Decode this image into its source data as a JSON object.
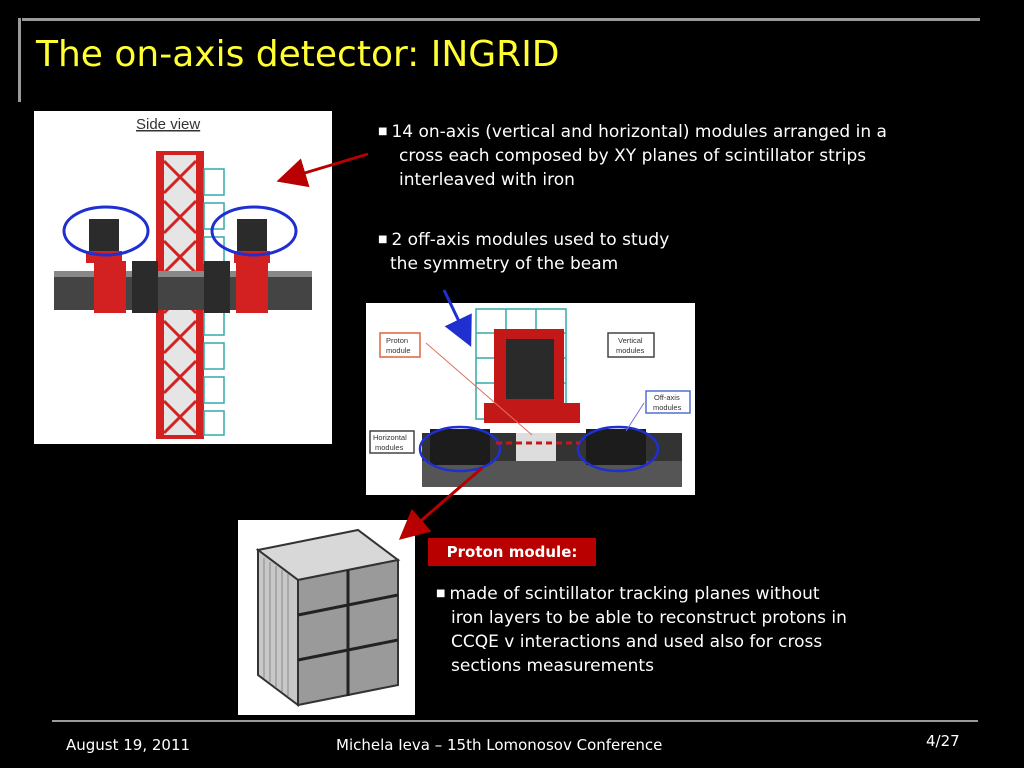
{
  "slide": {
    "title": "The on-axis detector: INGRID",
    "bullets": {
      "b1_line1": "14 on-axis (vertical and horizontal) modules arranged in a",
      "b1_line2": "cross each composed by XY planes of scintillator strips",
      "b1_line3": "interleaved with iron",
      "b2_line1": "2 off-axis modules used to study",
      "b2_line2": "the symmetry of the beam",
      "b3_line1": "made of scintillator tracking planes without",
      "b3_line2": "iron layers to be able to reconstruct protons in",
      "b3_line3": "CCQE v interactions and used also for cross",
      "b3_line4": "sections measurements"
    },
    "proton_heading": "Proton module:",
    "figure_labels": {
      "side_view": "Side view",
      "proton_module_1": "Proton",
      "proton_module_2": "module",
      "vertical_modules_1": "Vertical",
      "vertical_modules_2": "modules",
      "off_axis_1": "Off-axis",
      "off_axis_2": "modules",
      "horizontal_1": "Horizontal",
      "horizontal_2": "modules"
    },
    "colors": {
      "title": "#ffff33",
      "label_bg": "#b80000",
      "arrow_red": "#b80000",
      "arrow_blue": "#1f2fd0"
    }
  },
  "footer": {
    "date": "August 19, 2011",
    "conference": "Michela Ieva – 15th Lomonosov Conference",
    "page": "4/27"
  }
}
